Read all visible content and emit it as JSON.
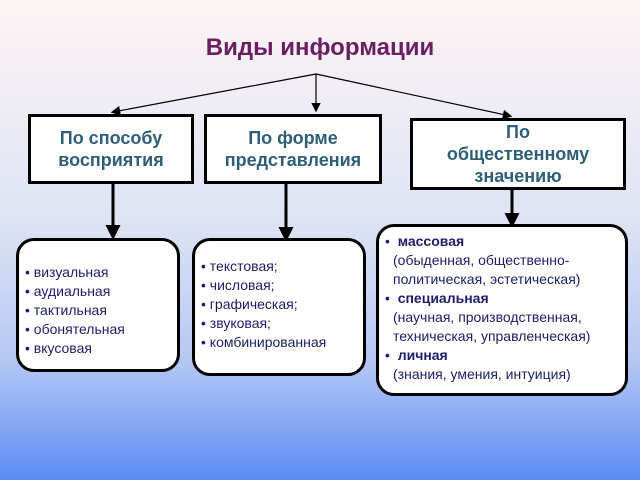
{
  "title": "Виды информации",
  "categories": [
    {
      "heading": "По способу восприятия",
      "items": [
        "визуальная",
        "аудиальная",
        "тактильная",
        "обонятельная",
        "вкусовая"
      ]
    },
    {
      "heading": "По форме представления",
      "items": [
        "текстовая;",
        "числовая;",
        "графическая;",
        "звуковая;",
        "комбинированная"
      ]
    },
    {
      "heading": "По общественному значению",
      "items": [
        {
          "name": "массовая",
          "detail": "(обыденная, общественно-политическая, эстетическая)"
        },
        {
          "name": "специальная",
          "detail": "(научная, производственная, техническая, управленческая)"
        },
        {
          "name": "личная",
          "detail": "(знания, умения, интуиция)"
        }
      ]
    }
  ]
}
